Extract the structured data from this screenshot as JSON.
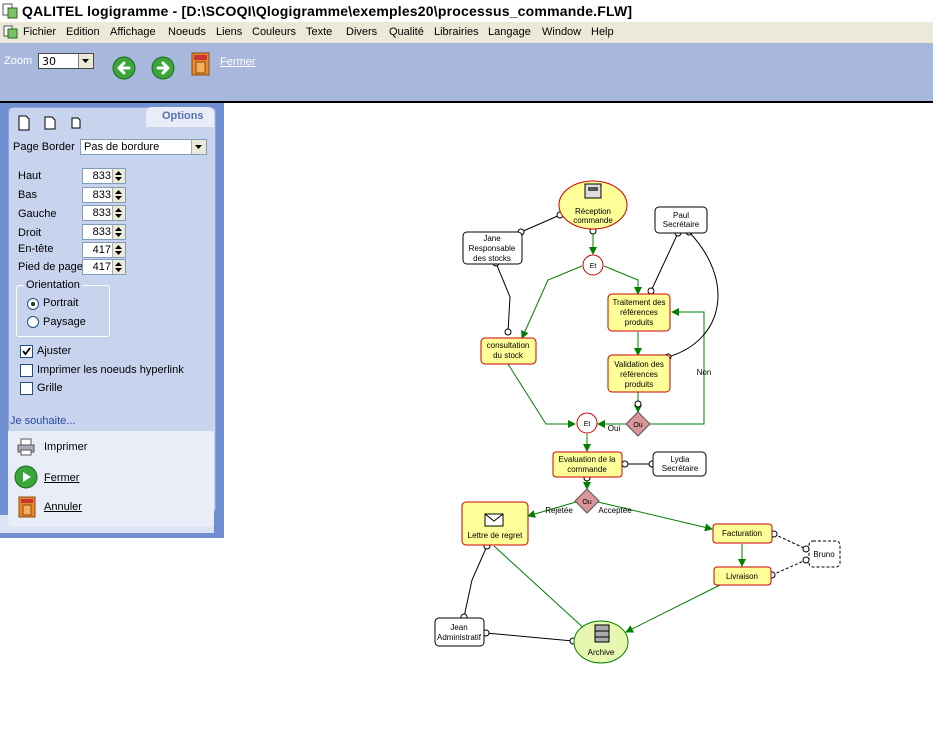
{
  "window": {
    "title": "QALITEL logigramme - [D:\\SCOQI\\Qlogigramme\\exemples20\\processus_commande.FLW]"
  },
  "menu": [
    "Fichier",
    "Edition",
    "Affichage",
    "Noeuds",
    "Liens",
    "Couleurs",
    "Texte",
    "Divers",
    "Qualité",
    "Librairies",
    "Langage",
    "Window",
    "Help"
  ],
  "toolbar": {
    "zoom_label": "Zoom",
    "zoom_value": "30",
    "close_label": "Fermer"
  },
  "options": {
    "tab_label": "Options",
    "page_border_label": "Page Border",
    "page_border_value": "Pas de bordure",
    "margins": [
      {
        "label": "Haut",
        "value": "833"
      },
      {
        "label": "Bas",
        "value": "833"
      },
      {
        "label": "Gauche",
        "value": "833"
      },
      {
        "label": "Droit",
        "value": "833"
      },
      {
        "label": "En-tête",
        "value": "417"
      },
      {
        "label": "Pied de page",
        "value": "417"
      }
    ],
    "orientation_label": "Orientation",
    "portrait_label": "Portrait",
    "paysage_label": "Paysage",
    "ajuster_label": "Ajuster",
    "hyperlink_label": "Imprimer les noeuds hyperlink",
    "grille_label": "Grille",
    "wish_label": "Je souhaite...",
    "actions": [
      {
        "label": "Imprimer",
        "icon": "printer-icon"
      },
      {
        "label": "Fermer",
        "icon": "play-icon"
      },
      {
        "label": "Annuler",
        "icon": "exit-door-icon"
      }
    ]
  },
  "diagram": {
    "reception": [
      "Réception",
      "commande"
    ],
    "paul": [
      "Paul",
      "Secrétaire"
    ],
    "jane": [
      "Jane",
      "Responsable",
      "des stocks"
    ],
    "et1": "Et",
    "traitement": [
      "Traitement des",
      "références",
      "produits"
    ],
    "consultation": [
      "consultation",
      "du stock"
    ],
    "validation": [
      "Validation des",
      "références",
      "produits"
    ],
    "non": "Non",
    "ou1": "Ou",
    "et2": "Et",
    "oui": "Oui",
    "evaluation": [
      "Evaluation de la",
      "commande"
    ],
    "lydia": [
      "Lydia",
      "Secrétaire"
    ],
    "ou2": "Ou",
    "rejetee": "Rejetée",
    "acceptee": "Acceptée",
    "lettre": "Lettre de regret",
    "facturation": "Facturation",
    "bruno": "Bruno",
    "livraison": "Livraison",
    "jean": [
      "Jean",
      "Administratif"
    ],
    "archive": "Archive"
  },
  "colors": {
    "toolbar": "#a8b8dc",
    "panel": "#6f8fd0",
    "node_yellow": "#ffff99",
    "node_border": "#cc0000",
    "link_green": "#008000"
  }
}
